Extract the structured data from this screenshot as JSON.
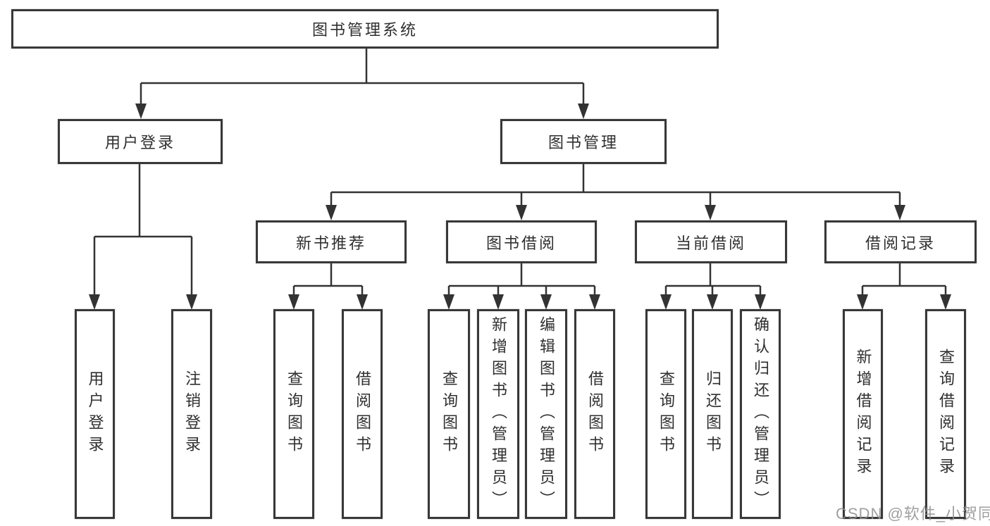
{
  "diagram_title": "图书管理系统",
  "nodes": {
    "root": "图书管理系统",
    "user_login": "用户登录",
    "book_mgmt": "图书管理",
    "new_rec": "新书推荐",
    "borrow": "图书借阅",
    "current": "当前借阅",
    "record": "借阅记录",
    "leaves": {
      "user_login": "用户登录",
      "logout": "注销登录",
      "rec_query": "查询图书",
      "rec_borrow": "借阅图书",
      "borrow_query": "查询图书",
      "borrow_add": "新增图书（管理员）",
      "borrow_edit": "编辑图书（管理员）",
      "borrow_borrow": "借阅图书",
      "cur_query": "查询图书",
      "cur_return": "归还图书",
      "cur_confirm": "确认归还（管理员）",
      "record_add": "新增借阅记录",
      "record_query": "查询借阅记录"
    }
  },
  "watermark": "CSDN @软件_小贺同学",
  "colors": {
    "line": "#333333",
    "box_border": "#383838",
    "text": "#2f2f2f",
    "watermark": "#8f8f8f",
    "background": "#ffffff"
  }
}
